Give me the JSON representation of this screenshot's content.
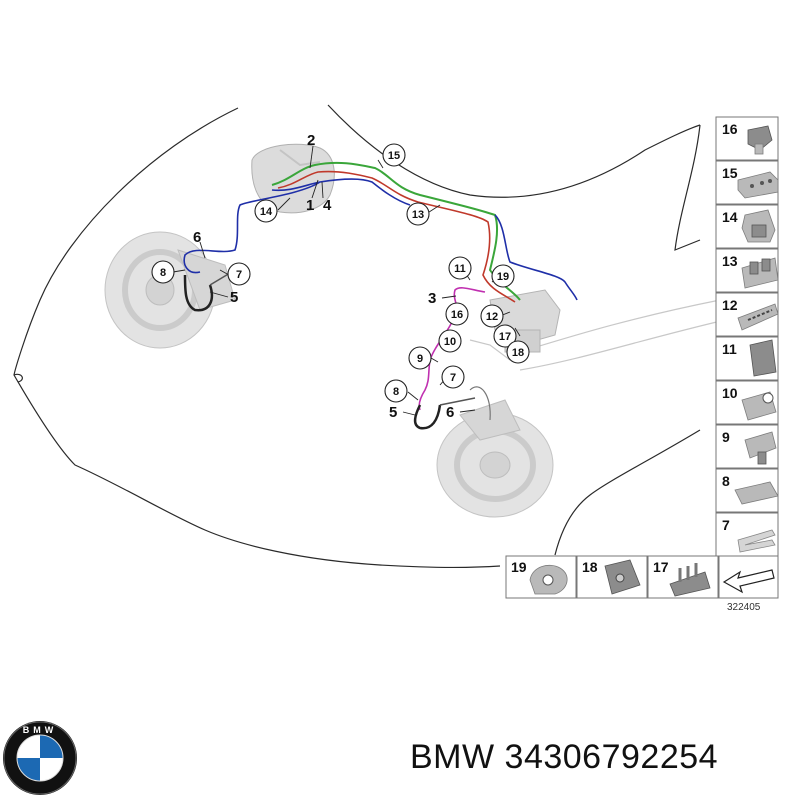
{
  "callouts": {
    "n1": "1",
    "n2": "2",
    "n3": "3",
    "n4": "4",
    "n5a": "5",
    "n5b": "5",
    "n6a": "6",
    "n6b": "6",
    "c7a": "7",
    "c7b": "7",
    "c8a": "8",
    "c8b": "8",
    "c9": "9",
    "c10": "10",
    "c11": "11",
    "c12": "12",
    "c13": "13",
    "c14": "14",
    "c15": "15",
    "c16": "16",
    "c17": "17",
    "c18": "18",
    "c19": "19"
  },
  "parts_panel": {
    "right": [
      "16",
      "15",
      "14",
      "13",
      "12",
      "11",
      "10",
      "9",
      "8",
      "7"
    ],
    "bottom": [
      "19",
      "18",
      "17"
    ]
  },
  "diagram_number": "322405",
  "logo_letters": "BMW",
  "brand": "BMW",
  "part_number": "34306792254",
  "colors": {
    "green_line": "#3aa63a",
    "red_line": "#c0392b",
    "blue_line": "#1f2fa8",
    "magenta_line": "#c030b0",
    "bmw_blue": "#1c69b3"
  },
  "icons": [
    "bmw-logo-icon",
    "arrow-left-icon"
  ]
}
